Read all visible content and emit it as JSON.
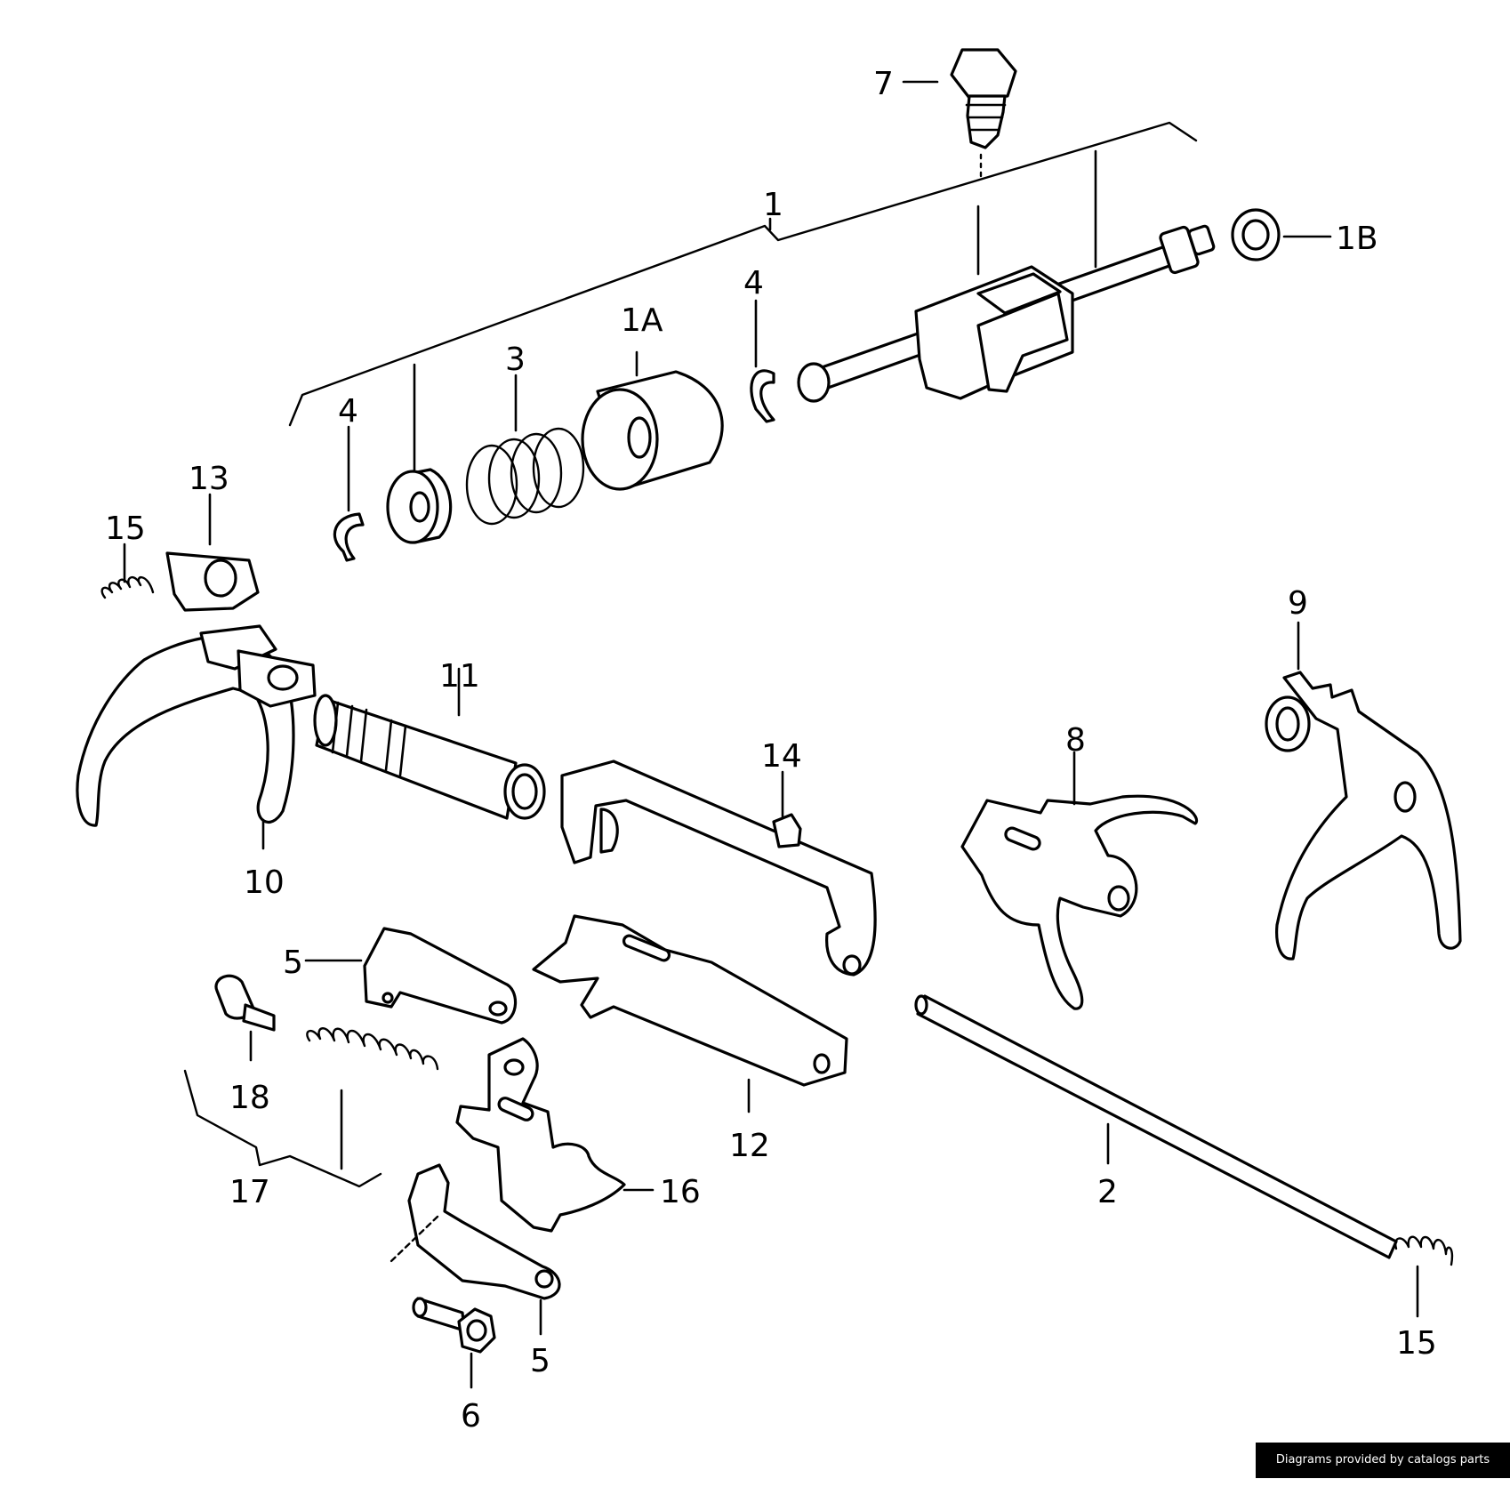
{
  "callouts": {
    "c1": "1",
    "c1a": "1A",
    "c1b": "1B",
    "c2": "2",
    "c3": "3",
    "c4a": "4",
    "c4b": "4",
    "c5a": "5",
    "c5b": "5",
    "c6": "6",
    "c7": "7",
    "c8": "8",
    "c9": "9",
    "c10": "10",
    "c11": "11",
    "c12": "12",
    "c13": "13",
    "c14": "14",
    "c15a": "15",
    "c15b": "15",
    "c16": "16",
    "c17": "17",
    "c18": "18"
  },
  "footer": {
    "credit": "Diagrams provided by catalogs parts"
  }
}
